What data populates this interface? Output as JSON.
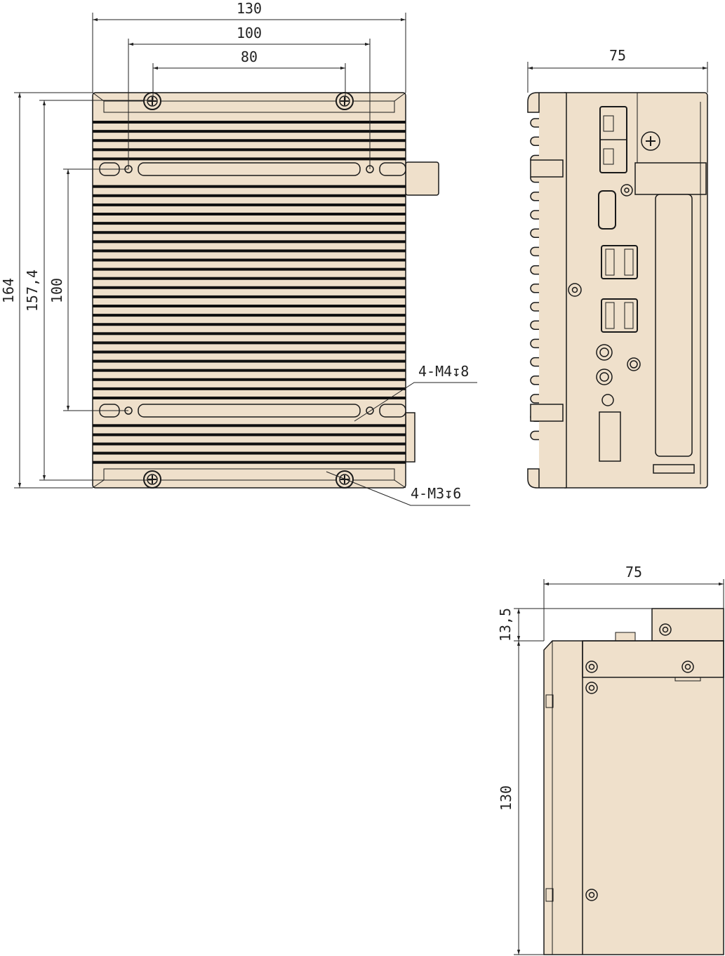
{
  "colors": {
    "body": "#efe0cb",
    "line": "#1a1a1a",
    "fin": "#111111"
  },
  "top_view": {
    "dims": {
      "width_overall": "130",
      "hole_span_outer": "100",
      "hole_span_inner": "80",
      "height_overall": "164",
      "height_screws": "157,4",
      "height_holes": "100"
    },
    "callouts": {
      "mount_holes": "4-M4↧8",
      "screw_holes": "4-M3↧6"
    }
  },
  "side_view": {
    "dims": {
      "depth": "75"
    }
  },
  "bottom_view": {
    "dims": {
      "depth": "75",
      "bracket_height": "13,5",
      "length": "130"
    }
  }
}
